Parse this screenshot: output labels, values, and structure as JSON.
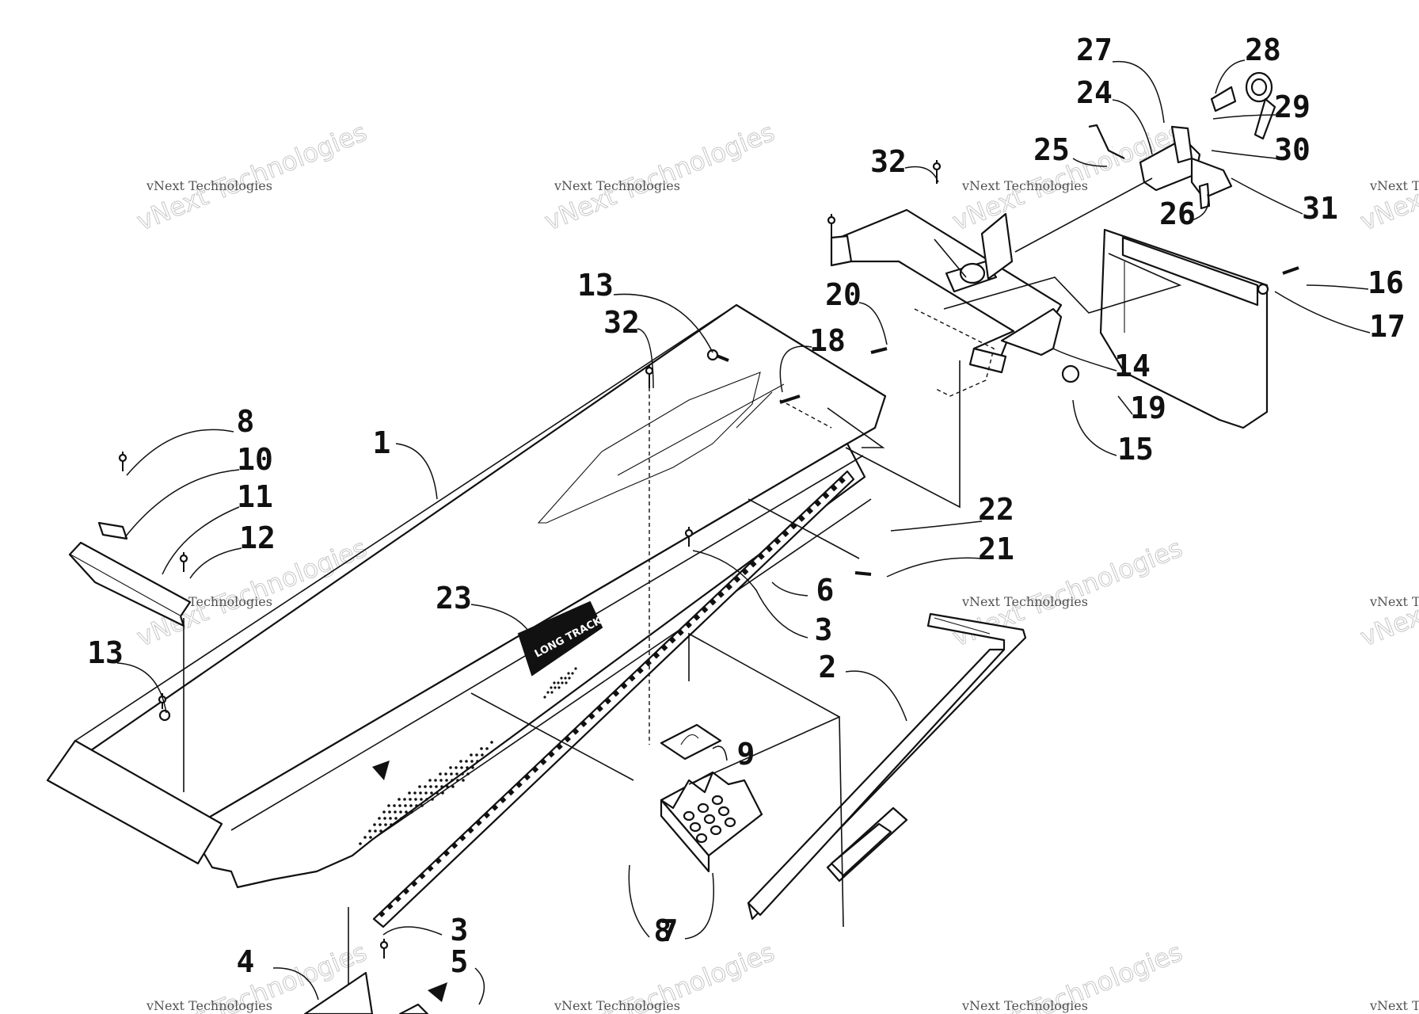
{
  "diagram": {
    "callouts": [
      "1",
      "2",
      "3",
      "3",
      "4",
      "5",
      "6",
      "7",
      "8",
      "8",
      "9",
      "10",
      "11",
      "12",
      "13",
      "13",
      "14",
      "15",
      "16",
      "17",
      "18",
      "19",
      "20",
      "21",
      "22",
      "23",
      "24",
      "25",
      "26",
      "27",
      "28",
      "29",
      "30",
      "31",
      "32",
      "32"
    ],
    "decal_text": "LONG TRACK",
    "watermark": {
      "line1": "vNext Technologies",
      "line2": "vNext Technologies"
    }
  }
}
